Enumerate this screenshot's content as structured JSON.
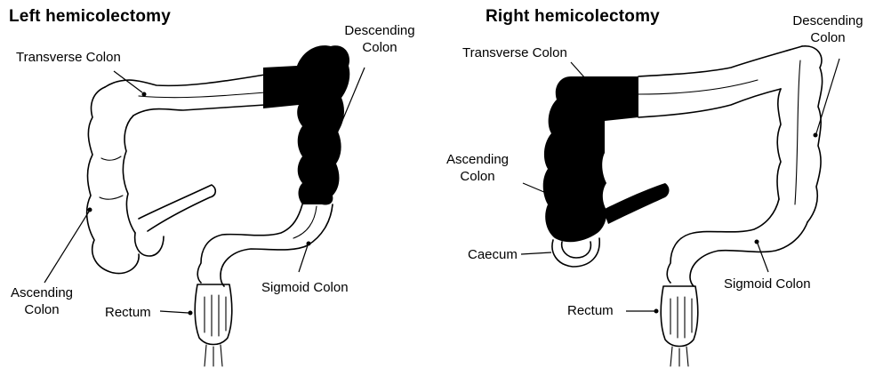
{
  "colors": {
    "stroke": "#000000",
    "resected": "#000000",
    "background": "#ffffff"
  },
  "left": {
    "title": "Left hemicolectomy",
    "labels": {
      "transverse": "Transverse Colon",
      "descending_line1": "Descending",
      "descending_line2": "Colon",
      "ascending_line1": "Ascending",
      "ascending_line2": "Colon",
      "rectum": "Rectum",
      "sigmoid": "Sigmoid Colon"
    }
  },
  "right": {
    "title": "Right hemicolectomy",
    "labels": {
      "transverse": "Transverse Colon",
      "descending_line1": "Descending",
      "descending_line2": "Colon",
      "ascending_line1": "Ascending",
      "ascending_line2": "Colon",
      "caecum": "Caecum",
      "rectum": "Rectum",
      "sigmoid": "Sigmoid Colon"
    }
  }
}
